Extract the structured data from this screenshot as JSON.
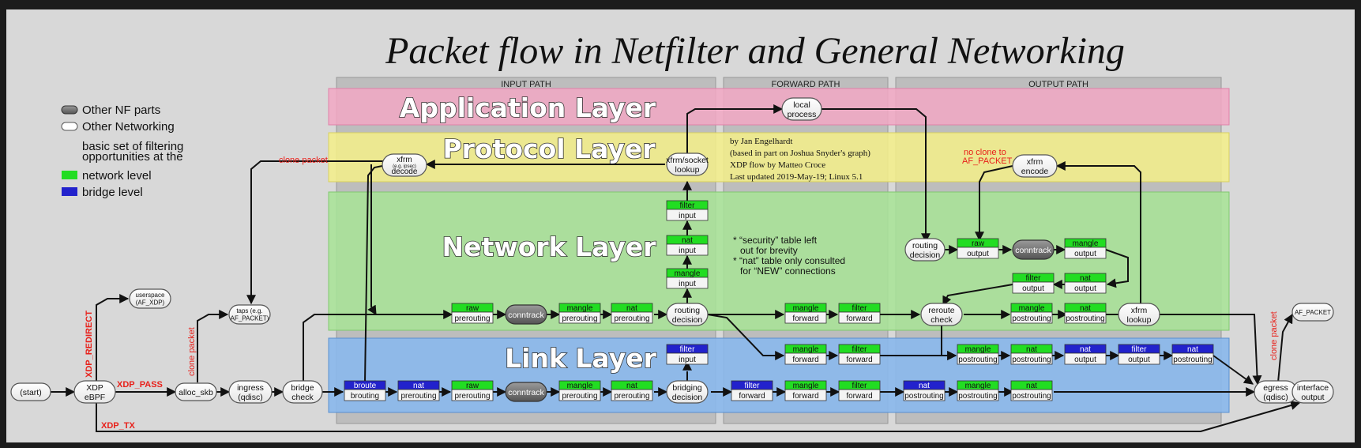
{
  "title": "Packet flow in Netfilter and General Networking",
  "paths": {
    "input": "INPUT PATH",
    "forward": "FORWARD PATH",
    "output": "OUTPUT PATH"
  },
  "layers": {
    "application": "Application Layer",
    "protocol": "Protocol Layer",
    "network": "Network Layer",
    "link": "Link Layer"
  },
  "legend": {
    "other_nf": "Other NF parts",
    "other_net": "Other Networking",
    "basic_1": "basic set of filtering",
    "basic_2": "opportunities at the",
    "network": "network level",
    "bridge": "bridge level"
  },
  "credits": [
    "by Jan Engelhardt",
    "(based in part on Joshua Snyder's graph)",
    "XDP flow by Matteo Croce",
    "Last updated 2019-May-19; Linux 5.1"
  ],
  "notes": [
    "* “security” table left",
    "out for brevity",
    "* “nat” table only consulted",
    "for “NEW” connections"
  ],
  "red_labels": {
    "clone_top": "clone packet",
    "clone_left": "clone packet",
    "clone_right": "clone packet",
    "xdp_redirect": "XDP_REDIRECT",
    "xdp_pass": "XDP_PASS",
    "xdp_tx": "XDP_TX",
    "no_clone_1": "no clone to",
    "no_clone_2": "AF_PACKET"
  },
  "nodes": {
    "start": "(start)",
    "xdp_1": "XDP",
    "xdp_2": "eBPF",
    "userspace_1": "userspace",
    "userspace_2": "(AF_XDP)",
    "alloc_skb": "alloc_skb",
    "taps_1": "taps (e.g.",
    "taps_2": "AF_PACKET)",
    "ingress_1": "ingress",
    "ingress_2": "(qdisc)",
    "bridge_check_1": "bridge",
    "bridge_check_2": "check",
    "xfrm_decode_1": "xfrm",
    "xfrm_decode_sub": "(e.g. ipsec)",
    "xfrm_decode_2": "decode",
    "xfrm_socket_1": "xfrm/socket",
    "xfrm_socket_2": "lookup",
    "local_process_1": "local",
    "local_process_2": "process",
    "routing_decision_1": "routing",
    "routing_decision_2": "decision",
    "bridging_decision_1": "bridging",
    "bridging_decision_2": "decision",
    "routing_out_1": "routing",
    "routing_out_2": "decision",
    "reroute_1": "reroute",
    "reroute_2": "check",
    "xfrm_encode_1": "xfrm",
    "xfrm_encode_2": "encode",
    "xfrm_lookup_1": "xfrm",
    "xfrm_lookup_2": "lookup",
    "egress_1": "egress",
    "egress_2": "(qdisc)",
    "interface_1": "interface",
    "interface_2": "output",
    "af_packet": "AF_PACKET",
    "conntrack": "conntrack"
  },
  "chains": {
    "n_raw_pre": [
      "raw",
      "prerouting"
    ],
    "n_mangle_pre": [
      "mangle",
      "prerouting"
    ],
    "n_nat_pre": [
      "nat",
      "prerouting"
    ],
    "n_mangle_in": [
      "mangle",
      "input"
    ],
    "n_nat_in": [
      "nat",
      "input"
    ],
    "n_filter_in": [
      "filter",
      "input"
    ],
    "n_mangle_fwd": [
      "mangle",
      "forward"
    ],
    "n_filter_fwd": [
      "filter",
      "forward"
    ],
    "n_raw_out": [
      "raw",
      "output"
    ],
    "n_mangle_out": [
      "mangle",
      "output"
    ],
    "n_nat_out": [
      "nat",
      "output"
    ],
    "n_filter_out": [
      "filter",
      "output"
    ],
    "n_mangle_post": [
      "mangle",
      "postrouting"
    ],
    "n_nat_post": [
      "nat",
      "postrouting"
    ],
    "b_filter_in": [
      "filter",
      "input"
    ],
    "b_mangle_fwd": [
      "mangle",
      "forward"
    ],
    "b_filter_fwd": [
      "filter",
      "forward"
    ],
    "b_mangle_post": [
      "mangle",
      "postrouting"
    ],
    "b_nat_post": [
      "nat",
      "postrouting"
    ],
    "b_nat_out": [
      "nat",
      "output"
    ],
    "b_filter_out": [
      "filter",
      "output"
    ],
    "b_nat_post2": [
      "nat",
      "postrouting"
    ],
    "l_broute": [
      "broute",
      "brouting"
    ],
    "l_nat_pre": [
      "nat",
      "prerouting"
    ],
    "l_raw_pre": [
      "raw",
      "prerouting"
    ],
    "l_mangle_pre": [
      "mangle",
      "prerouting"
    ],
    "l_nat_pre2": [
      "nat",
      "prerouting"
    ],
    "l_filter_fwd": [
      "filter",
      "forward"
    ],
    "l_mangle_fwd": [
      "mangle",
      "forward"
    ],
    "l_filter_fwd2": [
      "filter",
      "forward"
    ],
    "l_nat_post": [
      "nat",
      "postrouting"
    ],
    "l_mangle_post": [
      "mangle",
      "postrouting"
    ],
    "l_nat_post2": [
      "nat",
      "postrouting"
    ]
  },
  "colors": {
    "background": "#d8d8d8",
    "application": "#f2a8c4",
    "protocol": "#f4f08a",
    "network": "#a8e496",
    "link": "#8ab8ec",
    "network_chain": "#22dd22",
    "bridge_chain": "#2222cc",
    "conntrack": "#6f6f6f",
    "red": "#e8201a"
  }
}
